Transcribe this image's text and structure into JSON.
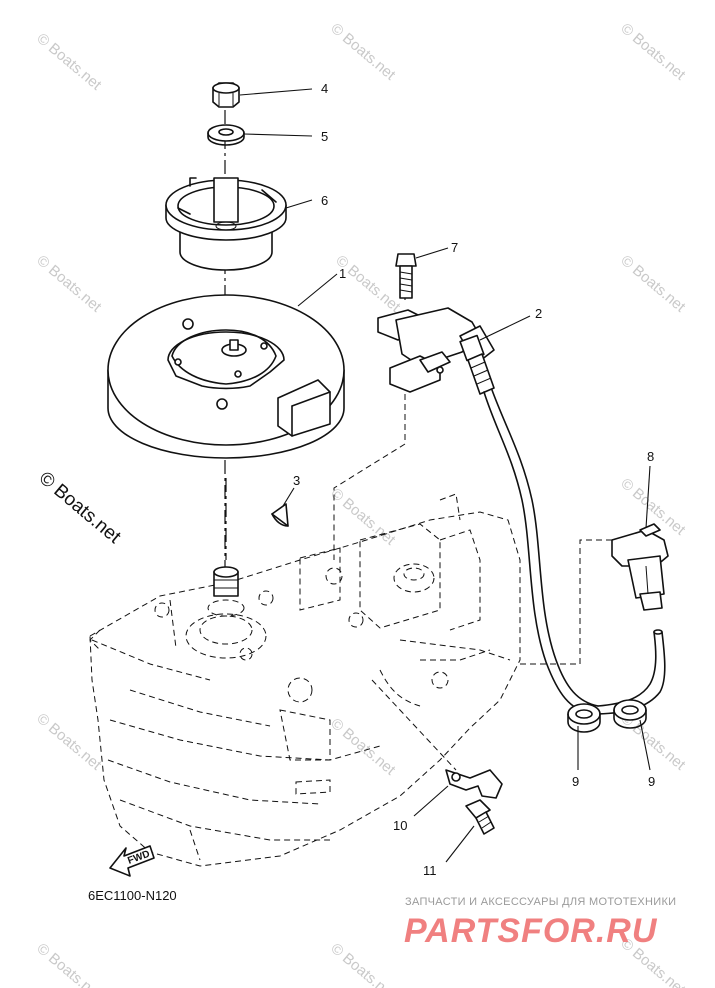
{
  "diagram": {
    "callouts": [
      "1",
      "2",
      "3",
      "4",
      "5",
      "6",
      "7",
      "8",
      "9",
      "9",
      "10",
      "11"
    ],
    "drawing_code": "6EC1100-N120",
    "fwd_label": "FWD",
    "watermark": "© Boats.net",
    "watermark_main": "© Boats.net"
  },
  "footer": {
    "tagline": "ЗАПЧАСТИ И АКСЕССУАРЫ ДЛЯ МОТОТЕХНИКИ",
    "brand": "PARTSFOR.RU"
  }
}
